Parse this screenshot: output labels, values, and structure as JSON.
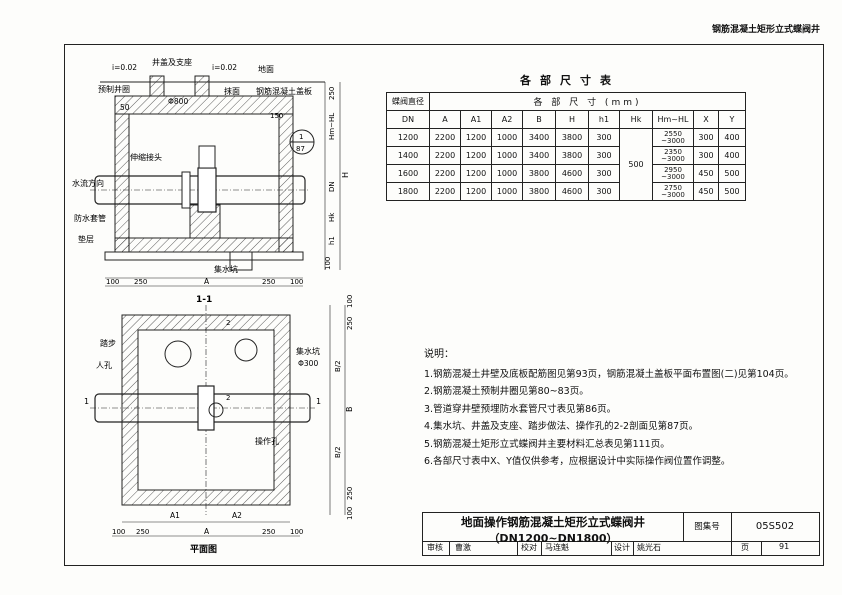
{
  "header": {
    "title": "钢筋混凝土矩形立式蝶阀井"
  },
  "section_view": {
    "slope_left": "i=0.02",
    "slope_right": "i=0.02",
    "cover_label": "井盖及支座",
    "ground_label": "地面",
    "precast_ring": "预制井圈",
    "plaster": "抹面",
    "deck_label": "钢筋混凝土盖板",
    "opening": "Φ800",
    "dim_50": "50",
    "dim_250_top": "250",
    "dim_hm": "Hm~HL",
    "dim_h": "H",
    "dim_dn": "DN",
    "dim_hk": "Hk",
    "dim_h1": "h1",
    "dim_100": "100",
    "expansion_joint": "伸缩接头",
    "pipe_label": "水流方向",
    "waterproof_sleeve": "防水套管",
    "cushion": "垫层",
    "sump": "集水坑",
    "ref_num": "1",
    "ref_page": "87",
    "dim_150": "150",
    "dim_100b": "100",
    "dim_250b": "250",
    "dim_a": "A",
    "dim_250c": "250",
    "dim_100c": "100",
    "caption": "1-1"
  },
  "plan_view": {
    "ladder": "踏步",
    "manhole": "人孔",
    "sump": "集水坑",
    "sump_dia": "Φ300",
    "operating_hole": "操作孔",
    "dim_b2_top": "B/2",
    "dim_b": "B",
    "dim_b2_bot": "B/2",
    "dim_100_top": "100",
    "dim_250_top": "250",
    "dim_250_bot": "250",
    "dim_100_bot": "100",
    "dim_a1": "A1",
    "dim_a2": "A2",
    "dim_100l": "100",
    "dim_250l": "250",
    "dim_a": "A",
    "dim_250r": "250",
    "dim_100r": "100",
    "section_mark_left": "1",
    "section_mark_right": "1",
    "section2_mark_top": "2",
    "section2_mark_bot": "2",
    "caption": "平面图"
  },
  "dims_table": {
    "title": "各部尺寸表",
    "col_main": "蝶阀直径",
    "col_group": "各 部 尺 寸 (mm)",
    "headers": [
      "DN",
      "A",
      "A1",
      "A2",
      "B",
      "H",
      "h1",
      "Hk",
      "Hm~HL",
      "X",
      "Y"
    ],
    "hk_shared": "500",
    "rows": [
      {
        "dn": "1200",
        "a": "2200",
        "a1": "1200",
        "a2": "1000",
        "b": "3400",
        "h": "3800",
        "h1": "300",
        "hm_top": "2550",
        "hm_bot": "~3000",
        "x": "300",
        "y": "400"
      },
      {
        "dn": "1400",
        "a": "2200",
        "a1": "1200",
        "a2": "1000",
        "b": "3400",
        "h": "3800",
        "h1": "300",
        "hm_top": "2350",
        "hm_bot": "~3000",
        "x": "300",
        "y": "400"
      },
      {
        "dn": "1600",
        "a": "2200",
        "a1": "1200",
        "a2": "1000",
        "b": "3800",
        "h": "4600",
        "h1": "300",
        "hm_top": "2950",
        "hm_bot": "~3000",
        "x": "450",
        "y": "500"
      },
      {
        "dn": "1800",
        "a": "2200",
        "a1": "1200",
        "a2": "1000",
        "b": "3800",
        "h": "4600",
        "h1": "300",
        "hm_top": "2750",
        "hm_bot": "~3000",
        "x": "450",
        "y": "500"
      }
    ]
  },
  "notes": {
    "title": "说明：",
    "items": [
      "1.钢筋混凝土井壁及底板配筋图见第93页，钢筋混凝土盖板平面布置图(二)见第104页。",
      "2.钢筋混凝土预制井圈见第80~83页。",
      "3.管道穿井壁预埋防水套管尺寸表见第86页。",
      "4.集水坑、井盖及支座、踏步做法、操作孔的2-2剖面见第87页。",
      "5.钢筋混凝土矩形立式蝶阀井主要材料汇总表见第111页。",
      "6.各部尺寸表中X、Y值仅供参考，应根据设计中实际操作阀位置作调整。"
    ]
  },
  "title_block": {
    "title_line1": "地面操作钢筋混凝土矩形立式蝶阀井",
    "title_line2": "（DN1200~DN1800）",
    "atlas_label": "图集号",
    "atlas_no": "05S502",
    "review_label": "审核",
    "reviewer": "曹激",
    "check_label": "校对",
    "checker": "马连魁",
    "design_label": "设计",
    "designer": "姚光石",
    "page_label": "页",
    "page_no": "91"
  }
}
